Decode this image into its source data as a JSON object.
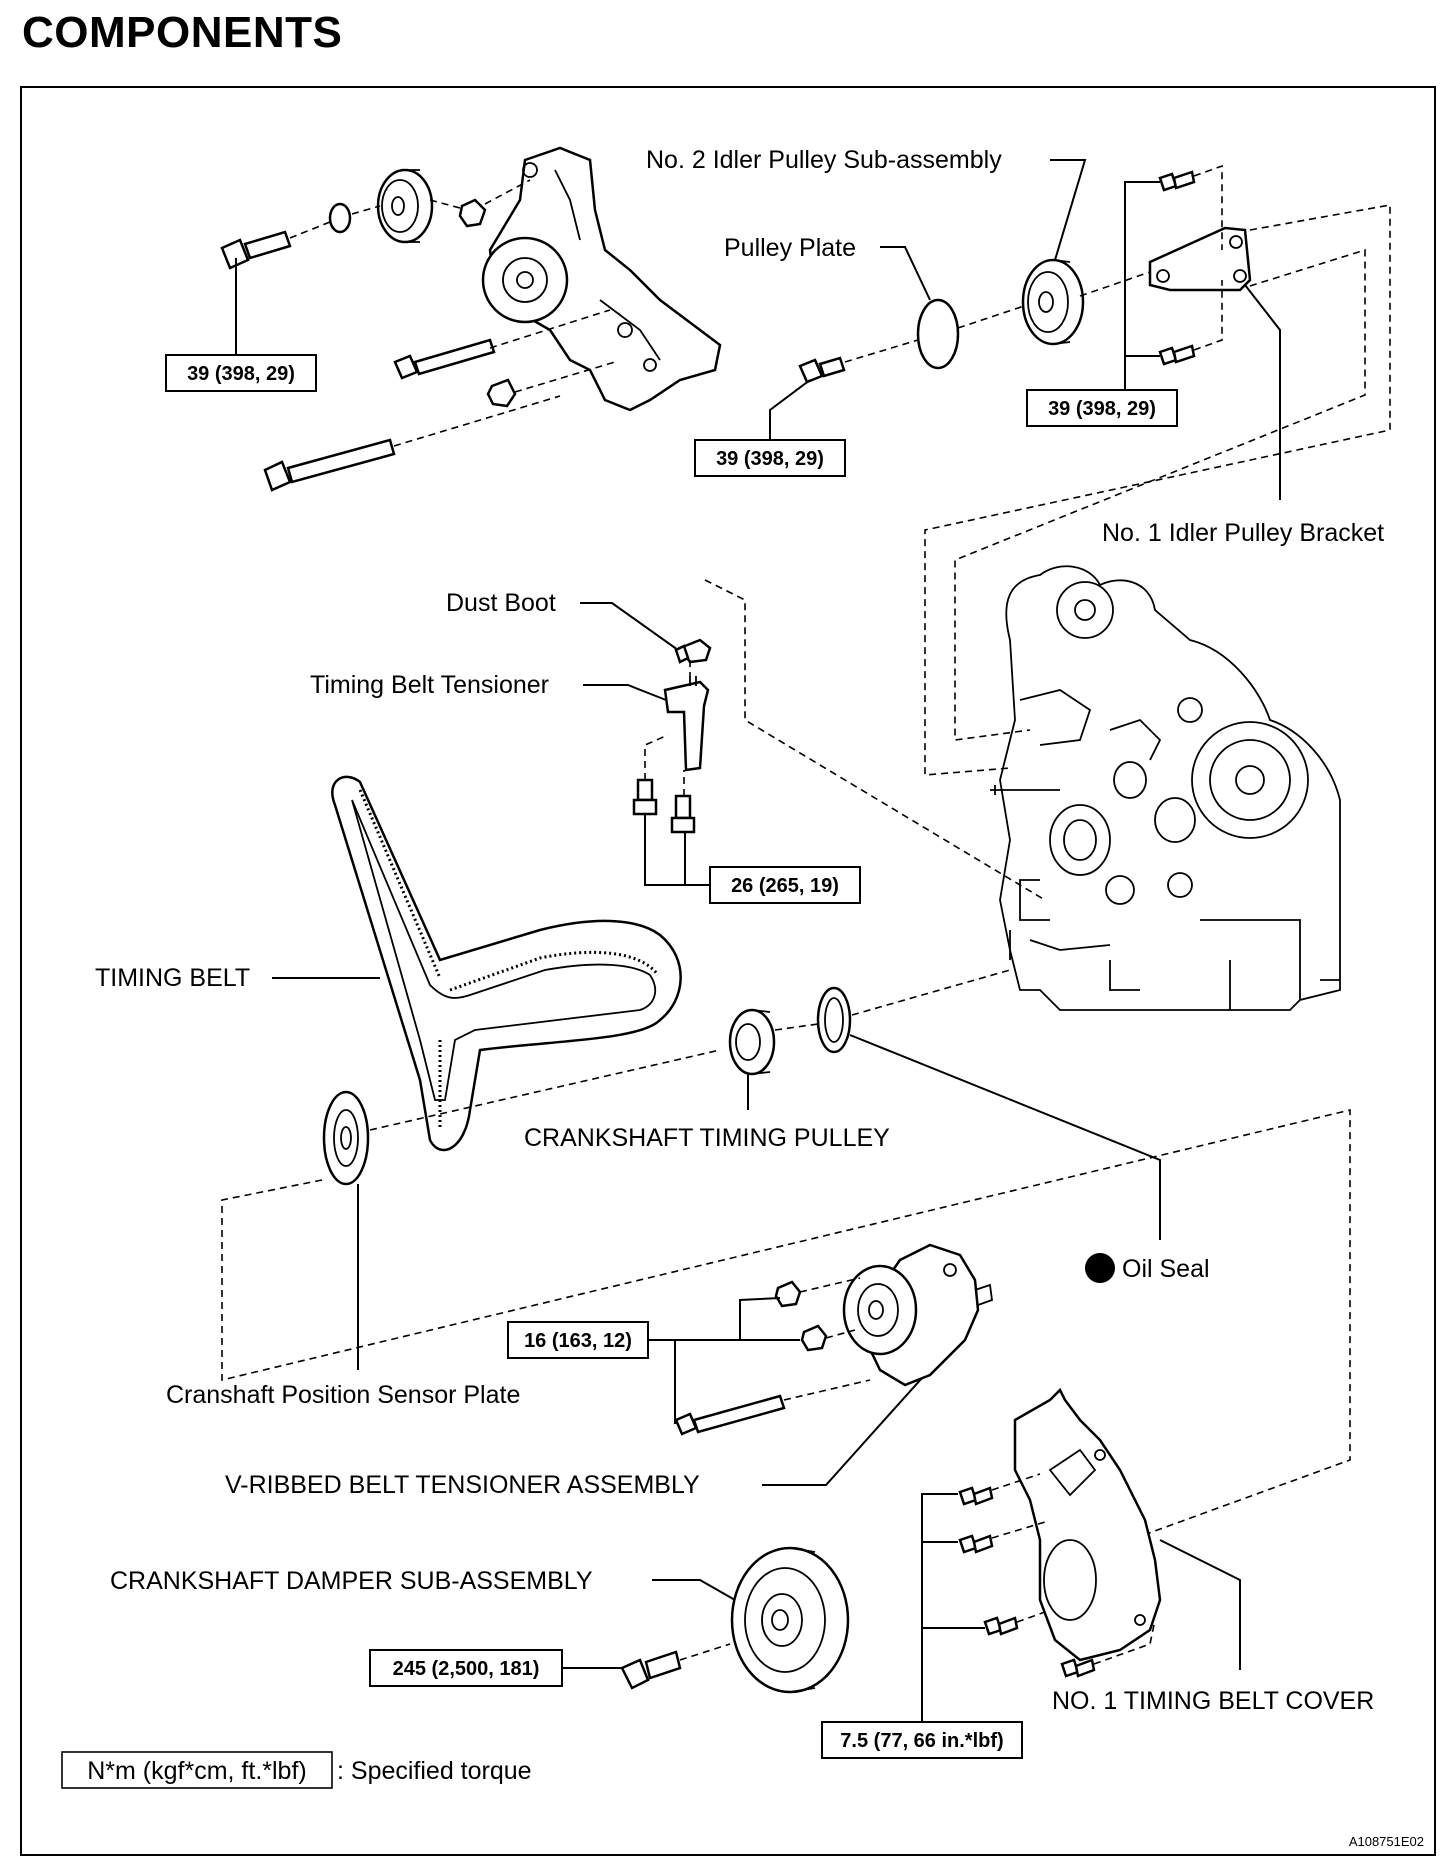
{
  "page": {
    "title": "COMPONENTS",
    "figure_code": "A108751E02"
  },
  "labels": {
    "no2_idler_pulley": "No. 2 Idler Pulley Sub-assembly",
    "pulley_plate": "Pulley Plate",
    "no1_idler_bracket": "No. 1 Idler Pulley Bracket",
    "dust_boot": "Dust Boot",
    "timing_belt_tensioner": "Timing Belt Tensioner",
    "timing_belt": "TIMING BELT",
    "crankshaft_timing_pulley": "CRANKSHAFT TIMING PULLEY",
    "oil_seal": "Oil Seal",
    "crankshaft_position_sensor_plate": "Cranshaft Position Sensor Plate",
    "v_ribbed_tensioner": "V-RIBBED BELT TENSIONER ASSEMBLY",
    "crankshaft_damper": "CRANKSHAFT DAMPER SUB-ASSEMBLY",
    "no1_timing_belt_cover": "NO. 1 TIMING BELT COVER"
  },
  "torques": {
    "water_pump_bolt": "39 (398, 29)",
    "pulley_bolt": "39 (398, 29)",
    "bracket_bolts": "39 (398, 29)",
    "tensioner_bolts": "26 (265, 19)",
    "v_ribbed_tensioner": "16 (163, 12)",
    "damper_bolt": "245 (2,500, 181)",
    "cover_bolts": "7.5 (77, 66 in.*lbf)"
  },
  "legend": {
    "unit_box": "N*m (kgf*cm, ft.*lbf)",
    "description": ": Specified torque"
  }
}
